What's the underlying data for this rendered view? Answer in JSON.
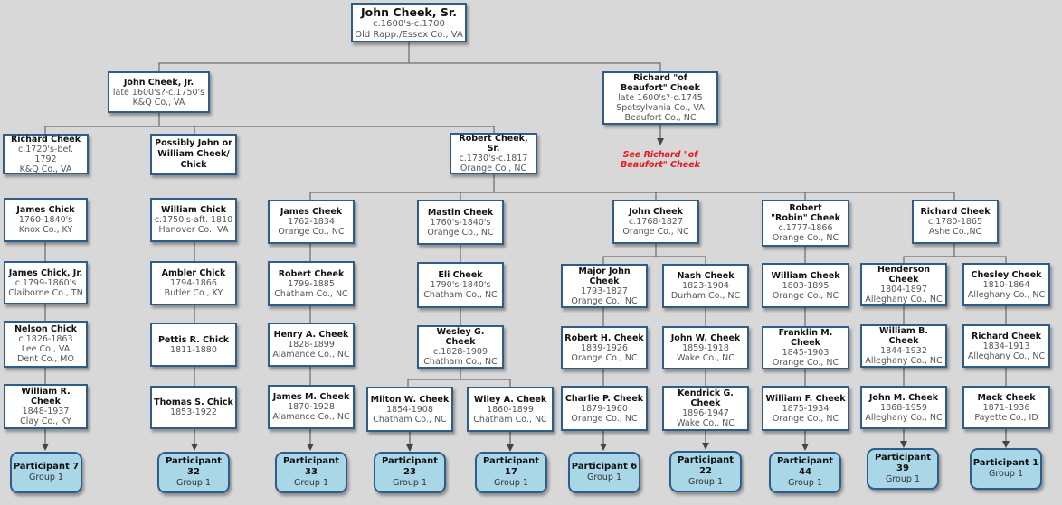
{
  "root": {
    "name": "John Cheek, Sr.",
    "lines": [
      "c.1600's-c.1700",
      "Old Rapp./Essex Co., VA"
    ]
  },
  "gen2": [
    {
      "name": "John Cheek, Jr.",
      "lines": [
        "late 1600's?-c.1750's",
        "K&Q Co., VA"
      ]
    },
    {
      "name": "Richard \"of Beaufort\" Cheek",
      "lines": [
        "late 1600's?-c.1745",
        "Spotsylvania Co., VA",
        "Beaufort Co., NC"
      ]
    }
  ],
  "see_note": "See Richard \"of Beaufort\" Cheek",
  "gen3": [
    {
      "name": "Richard Cheek",
      "lines": [
        "c.1720's-bef. 1792",
        "K&Q Co., VA"
      ]
    },
    {
      "name": "Possibly John or William Cheek/ Chick",
      "lines": []
    },
    {
      "name": "Robert Cheek, Sr.",
      "lines": [
        "c.1730's-c.1817",
        "Orange Co., NC"
      ]
    }
  ],
  "columns": [
    {
      "people": [
        {
          "name": "James Chick",
          "lines": [
            "1760-1840's",
            "Knox Co., KY"
          ]
        },
        {
          "name": "James Chick, Jr.",
          "lines": [
            "c.1799-1860's",
            "Claiborne Co., TN"
          ]
        },
        {
          "name": "Nelson Chick",
          "lines": [
            "c.1826-1863",
            "Lee Co., VA",
            "Dent Co., MO"
          ]
        },
        {
          "name": "William R. Cheek",
          "lines": [
            "1848-1937",
            "Clay Co., KY"
          ]
        }
      ],
      "participant": {
        "label": "Participant 7",
        "group": "Group 1"
      }
    },
    {
      "people": [
        {
          "name": "William Chick",
          "lines": [
            "c.1750's-aft. 1810",
            "Hanover Co., VA"
          ]
        },
        {
          "name": "Ambler Chick",
          "lines": [
            "1794-1866",
            "Butler Co., KY"
          ]
        },
        {
          "name": "Pettis R. Chick",
          "lines": [
            "1811-1880"
          ]
        },
        {
          "name": "Thomas S. Chick",
          "lines": [
            "1853-1922"
          ]
        }
      ],
      "participant": {
        "label": "Participant 32",
        "group": "Group 1"
      }
    },
    {
      "people": [
        {
          "name": "James Cheek",
          "lines": [
            "1762-1834",
            "Orange Co., NC"
          ]
        },
        {
          "name": "Robert Cheek",
          "lines": [
            "1799-1885",
            "Chatham Co., NC"
          ]
        },
        {
          "name": "Henry A. Cheek",
          "lines": [
            "1828-1899",
            "Alamance Co., NC"
          ]
        },
        {
          "name": "James M. Cheek",
          "lines": [
            "1870-1928",
            "Alamance Co., NC"
          ]
        }
      ],
      "participant": {
        "label": "Participant 33",
        "group": "Group 1"
      }
    },
    {
      "people": [
        {
          "name": "Mastin Cheek",
          "lines": [
            "1760's-1840's",
            "Orange Co., NC"
          ]
        },
        {
          "name": "Eli Cheek",
          "lines": [
            "1790's-1840's",
            "Chatham Co., NC"
          ]
        },
        {
          "name": "Wesley G. Cheek",
          "lines": [
            "c.1828-1909",
            "Chatham Co., NC"
          ]
        }
      ]
    },
    {
      "people": [
        {
          "name": "Milton W. Cheek",
          "lines": [
            "1854-1908",
            "Chatham Co., NC"
          ]
        }
      ],
      "participant": {
        "label": "Participant 23",
        "group": "Group 1"
      }
    },
    {
      "people": [
        {
          "name": "Wiley A. Cheek",
          "lines": [
            "1860-1899",
            "Chatham Co., NC"
          ]
        }
      ],
      "participant": {
        "label": "Participant 17",
        "group": "Group 1"
      }
    },
    {
      "people": [
        {
          "name": "John Cheek",
          "lines": [
            "c.1768-1827",
            "Orange Co., NC"
          ]
        }
      ]
    },
    {
      "people": [
        {
          "name": "Major John Cheek",
          "lines": [
            "1793-1827",
            "Orange Co., NC"
          ]
        },
        {
          "name": "Robert H. Cheek",
          "lines": [
            "1839-1926",
            "Orange Co., NC"
          ]
        },
        {
          "name": "Charlie P. Cheek",
          "lines": [
            "1879-1960",
            "Orange Co., NC"
          ]
        }
      ],
      "participant": {
        "label": "Participant 6",
        "group": "Group 1"
      }
    },
    {
      "people": [
        {
          "name": "Nash Cheek",
          "lines": [
            "1823-1904",
            "Durham Co., NC"
          ]
        },
        {
          "name": "John W. Cheek",
          "lines": [
            "1859-1918",
            "Wake Co., NC"
          ]
        },
        {
          "name": "Kendrick G. Cheek",
          "lines": [
            "1896-1947",
            "Wake Co., NC"
          ]
        }
      ],
      "participant": {
        "label": "Participant 22",
        "group": "Group 1"
      }
    },
    {
      "people": [
        {
          "name": "Robert \"Robin\" Cheek",
          "lines": [
            "c.1777-1866",
            "Orange Co., NC"
          ]
        },
        {
          "name": "William Cheek",
          "lines": [
            "1803-1895",
            "Orange Co., NC"
          ]
        },
        {
          "name": "Franklin M. Cheek",
          "lines": [
            "1845-1903",
            "Orange Co., NC"
          ]
        },
        {
          "name": "William F. Cheek",
          "lines": [
            "1875-1934",
            "Orange Co., NC"
          ]
        }
      ],
      "participant": {
        "label": "Participant 44",
        "group": "Group 1"
      }
    },
    {
      "people": [
        {
          "name": "Richard Cheek",
          "lines": [
            "c.1780-1865",
            "Ashe Co.,NC"
          ]
        }
      ]
    },
    {
      "people": [
        {
          "name": "Henderson Cheek",
          "lines": [
            "1804-1897",
            "Alleghany Co., NC"
          ]
        },
        {
          "name": "William B. Cheek",
          "lines": [
            "1844-1932",
            "Alleghany Co., NC"
          ]
        },
        {
          "name": "John M. Cheek",
          "lines": [
            "1868-1959",
            "Alleghany Co., NC"
          ]
        }
      ],
      "participant": {
        "label": "Participant 39",
        "group": "Group 1"
      }
    },
    {
      "people": [
        {
          "name": "Chesley Cheek",
          "lines": [
            "1810-1864",
            "Alleghany Co., NC"
          ]
        },
        {
          "name": "Richard Cheek",
          "lines": [
            "1834-1913",
            "Alleghany Co., NC"
          ]
        },
        {
          "name": "Mack Cheek",
          "lines": [
            "1871-1936",
            "Payette Co., ID"
          ]
        }
      ],
      "participant": {
        "label": "Participant 1",
        "group": "Group 1"
      }
    }
  ],
  "colors": {
    "background": "#d8d8d8",
    "box_border": "#2f5d8a",
    "participant_fill": "#a9d7e8",
    "note": "#e8141c",
    "line": "#555555"
  }
}
